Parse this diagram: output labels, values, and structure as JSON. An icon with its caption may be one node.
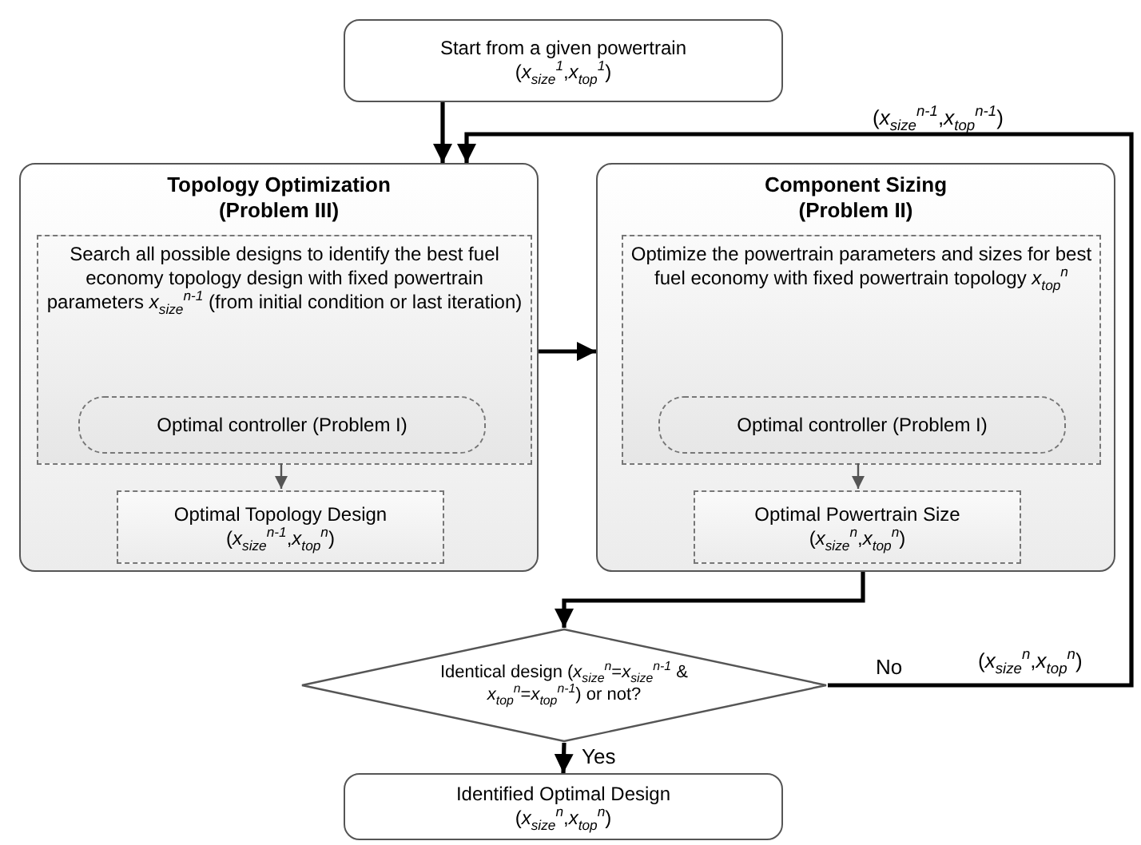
{
  "diagram": {
    "nodes": [
      {
        "text": [
          "Start from a given powertrain",
          "(*x*$_{size}$$^{1}$,*x*$_{top}$$^{1}$)"
        ]
      },
      {
        "text": [
          "Topology Optimization (Problem III)"
        ]
      },
      {
        "text": [
          "Search all possible designs to identify the best fuel economy topology design with fixed powertrain parameters *x*$_{size}$$^{n-1}$ (from initial condition or last iteration)"
        ],
        "in": 1
      },
      {
        "text": [
          "Optimal controller (Problem I)"
        ],
        "in": 2
      },
      {
        "text": [
          "Optimal Topology Design",
          "(*x*$_{size}$$^{n-1}$,*x*$_{top}$$^{n}$)"
        ],
        "in": 1
      },
      {
        "text": [
          "Component Sizing (Problem II)"
        ]
      },
      {
        "text": [
          "Optimize the powertrain parameters and sizes for best fuel economy with fixed powertrain topology *x*$_{top}$$^{n}$"
        ],
        "in": 5
      },
      {
        "text": [
          "Optimal controller (Problem I)"
        ],
        "in": 6
      },
      {
        "text": [
          "Optimal Powertrain Size",
          "(*x*$_{size}$$^{n}$,*x*$_{top}$$^{n}$)"
        ],
        "in": 5
      },
      {
        "text": [
          "Identical design (*x*$_{size}$$^{n}$=*x*$_{size}$$^{n-1}$ & *x*$_{top}$$^{n}$=*x*$_{top}$$^{n-1}$) or not?"
        ]
      },
      {
        "text": [
          "Identified Optimal Design",
          "(*x*$_{size}$$^{n}$,*x*$_{top}$$^{n}$)"
        ]
      }
    ],
    "edges": [
      {
        "from": 0,
        "to": 1,
        "arrow": "to"
      },
      {
        "from": 2,
        "to": 4,
        "arrow": "to",
        "color": "#555555"
      },
      {
        "from": 1,
        "to": 5,
        "arrow": "to"
      },
      {
        "from": 6,
        "to": 8,
        "arrow": "to",
        "color": "#555555"
      },
      {
        "from": 5,
        "to": 9,
        "arrow": "to"
      },
      {
        "from": 9,
        "to": 10,
        "label": "Yes",
        "arrow": "to"
      },
      {
        "from": 9,
        "to": 1,
        "label": "No",
        "arrow": "to"
      }
    ],
    "labels": [
      "(*x*$_{size}$$^{n-1}$,*x*$_{top}$$^{n-1}$)",
      "(*x*$_{size}$$^{n}$,*x*$_{top}$$^{n}$)"
    ]
  }
}
